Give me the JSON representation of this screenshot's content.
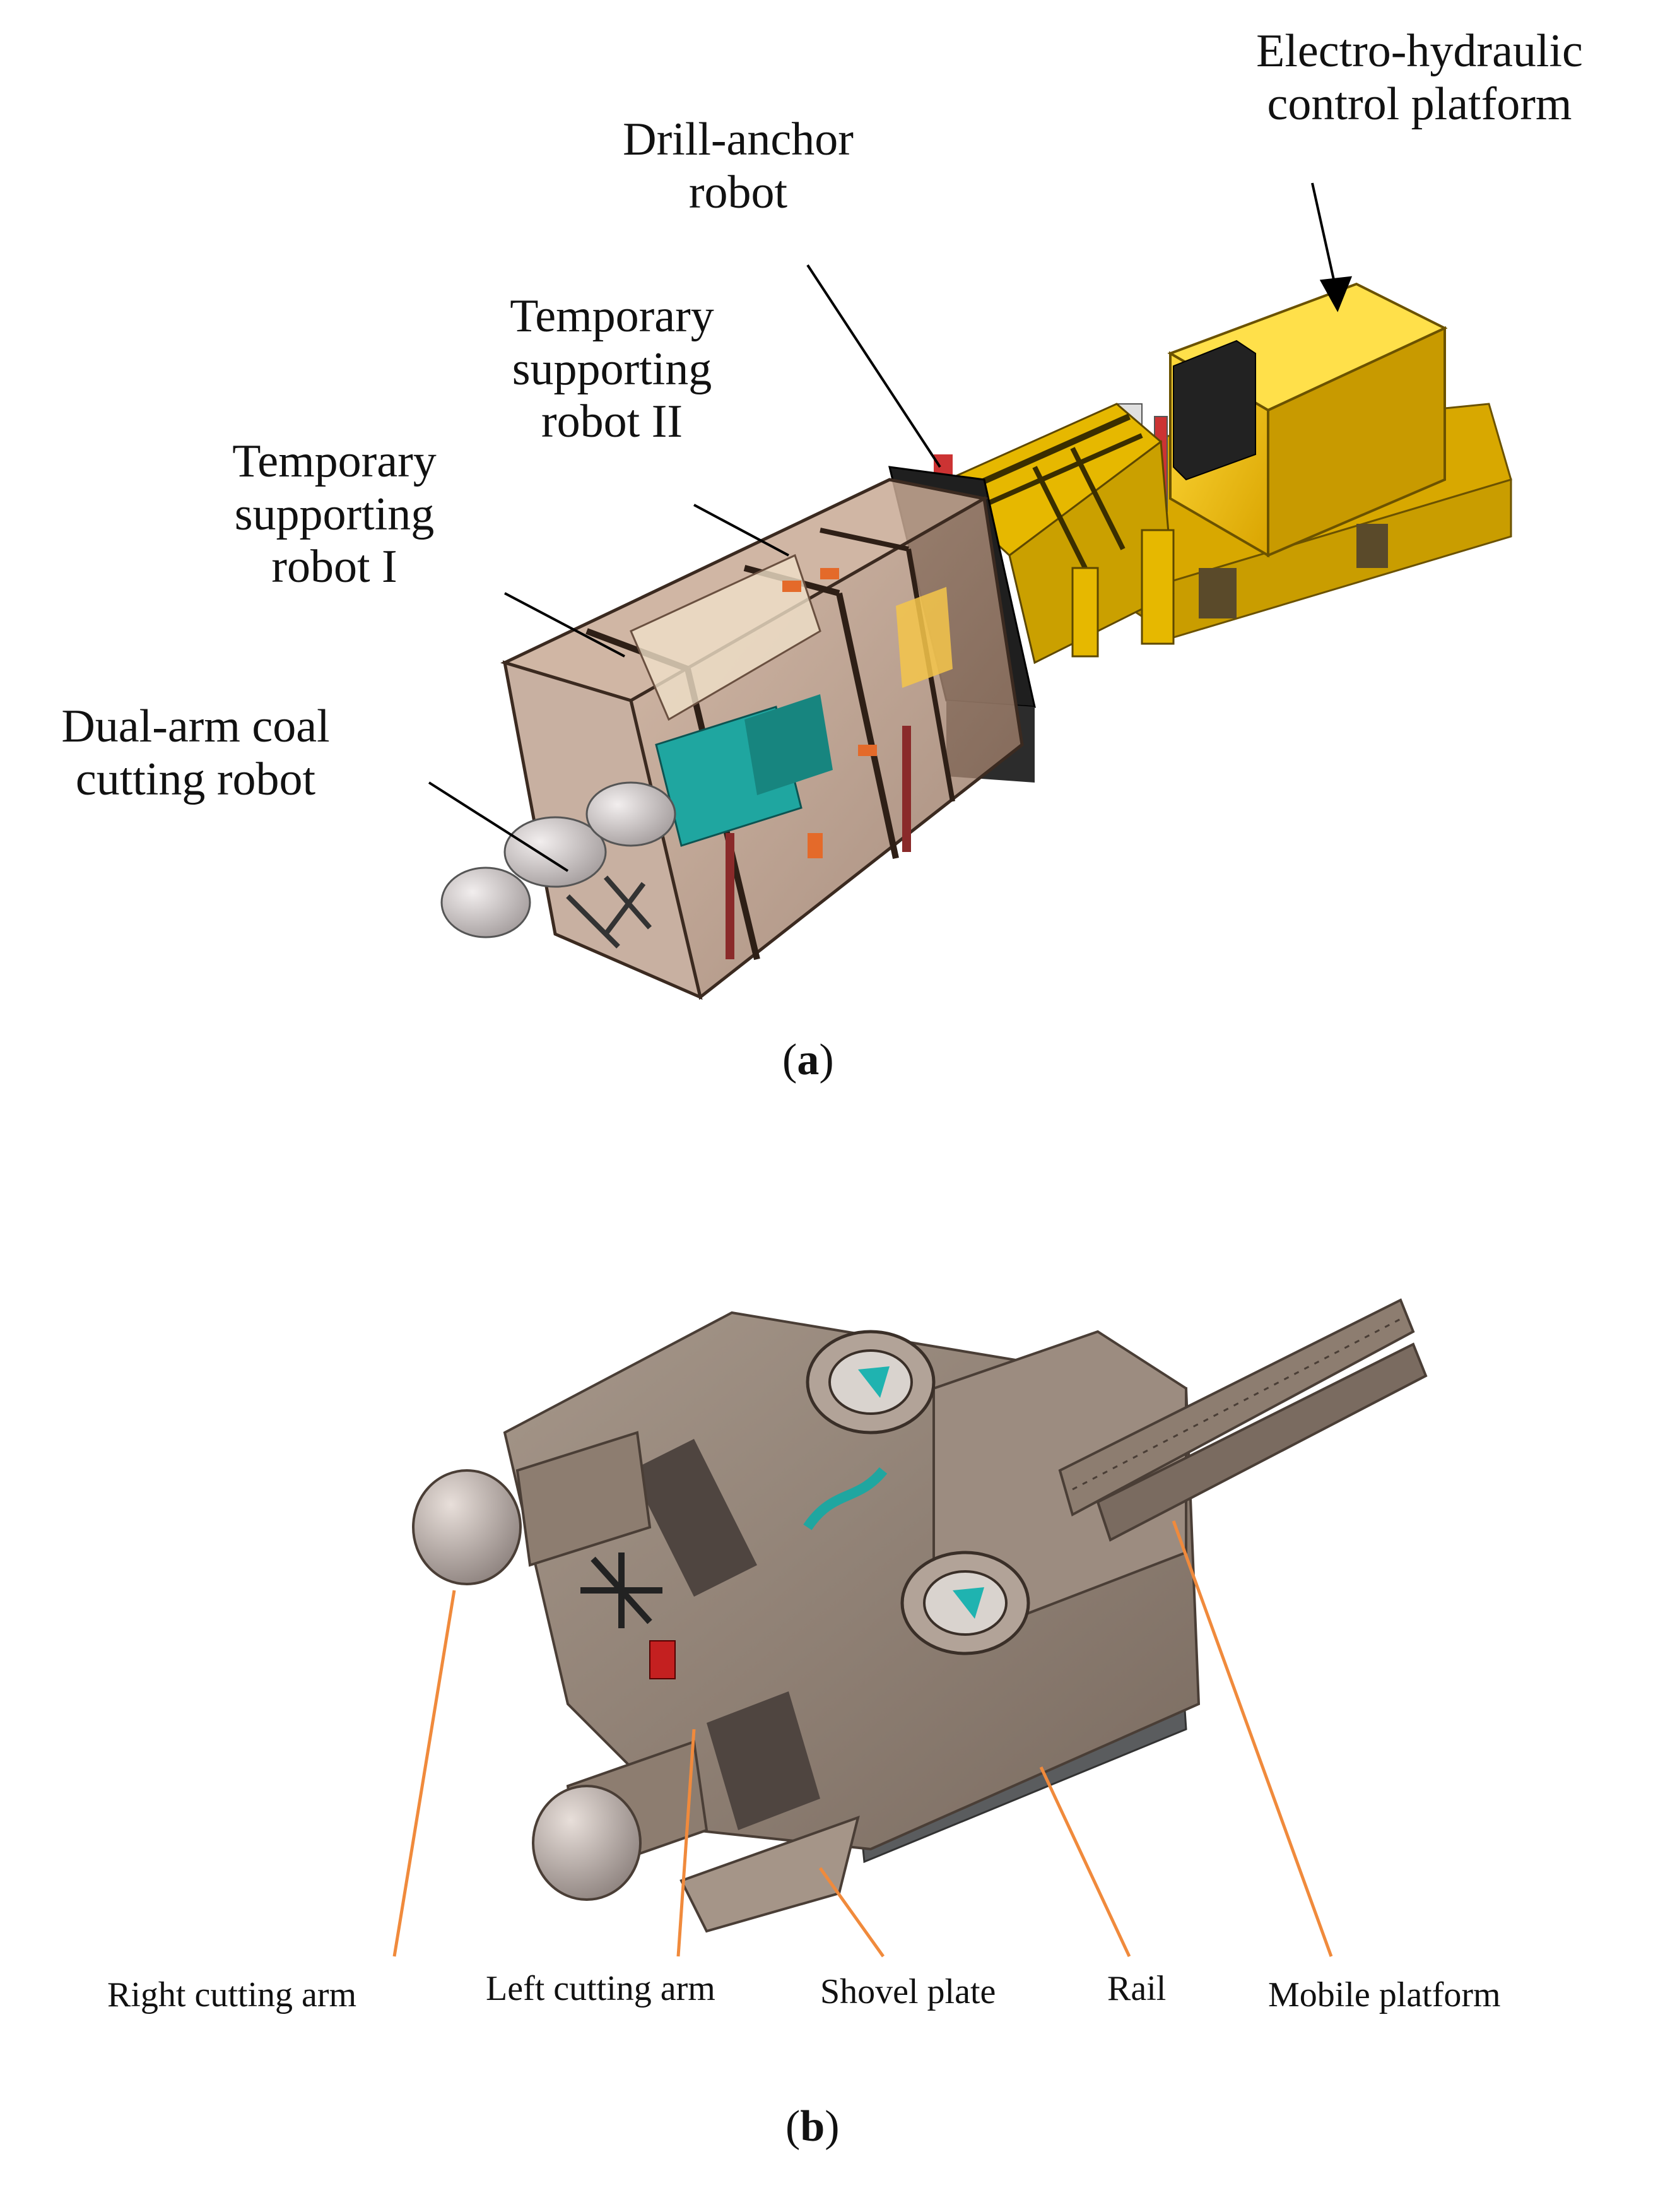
{
  "panel_a": {
    "caption_open": "(",
    "caption_letter": "a",
    "caption_close": ")",
    "labels": {
      "electro_hydraulic": "Electro-hydraulic\ncontrol platform",
      "drill_anchor": "Drill-anchor\nrobot",
      "temp_support_2": "Temporary\nsupporting\nrobot II",
      "temp_support_1": "Temporary\nsupporting\nrobot I",
      "dual_arm": "Dual-arm coal\ncutting robot"
    }
  },
  "panel_b": {
    "caption_open": "(",
    "caption_letter": "b",
    "caption_close": ")",
    "labels": {
      "right_arm": "Right cutting arm",
      "left_arm": "Left cutting arm",
      "shovel": "Shovel plate",
      "rail": "Rail",
      "mobile": "Mobile platform"
    }
  },
  "colors": {
    "yellow": "#f2c200",
    "transparent_shell": "#a8856e",
    "teal": "#1fa6a0",
    "machine_brown": "#8d7d70",
    "rail_gray": "#5a5c5e",
    "leader_orange": "#f08a3c"
  }
}
